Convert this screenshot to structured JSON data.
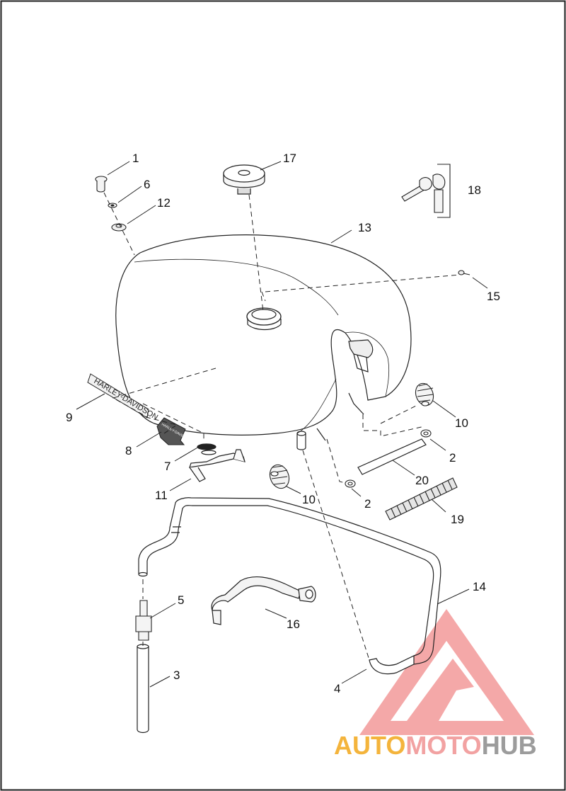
{
  "callouts": {
    "c1": "1",
    "c6": "6",
    "c12": "12",
    "c17": "17",
    "c18": "18",
    "c13": "13",
    "c15": "15",
    "c9": "9",
    "c8": "8",
    "c7": "7",
    "c11": "11",
    "c10a": "10",
    "c10b": "10",
    "c2a": "2",
    "c2b": "2",
    "c20": "20",
    "c19": "19",
    "c14": "14",
    "c5": "5",
    "c16": "16",
    "c3": "3",
    "c4": "4"
  },
  "watermark": {
    "part1": "AUTO",
    "part2": "MOTO",
    "part3": "HUB",
    "colors": {
      "auto": "#f4b43c",
      "moto": "#f2a2a2",
      "hub": "#9c9c9c",
      "triangle": "#f18b8b"
    }
  },
  "emblems": {
    "script_logo": "HARLEY-DAVIDSON",
    "shield_logo": "HARLEY-DAVIDSON"
  }
}
